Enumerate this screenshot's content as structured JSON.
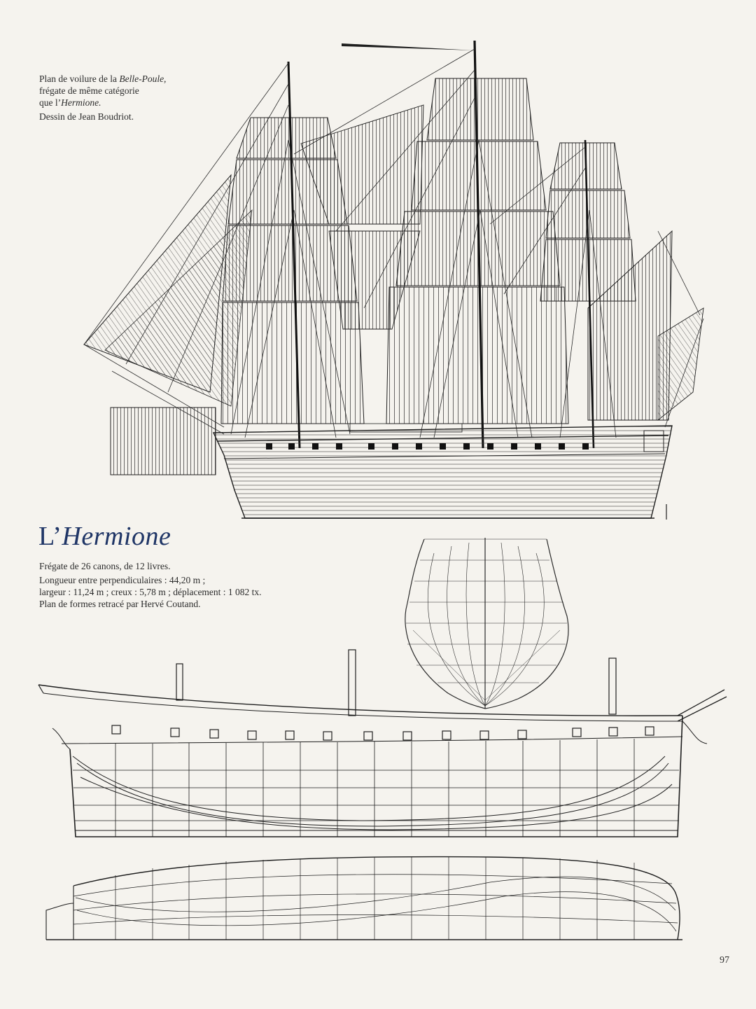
{
  "caption": {
    "line1_prefix": "Plan de voilure de la ",
    "line1_italic": "Belle-Poule,",
    "line2": "frégate de même catégorie",
    "line3_prefix": "que l’",
    "line3_italic": "Hermione.",
    "line4": "Dessin de Jean Boudriot."
  },
  "title": {
    "prefix": "L’",
    "italic": "Hermione"
  },
  "specs": {
    "line1": "Frégate de 26 canons, de 12 livres.",
    "line2": "Longueur entre perpendiculaires : 44,20 m ;",
    "line3": "largeur : 11,24 m ; creux : 5,78 m ; déplacement : 1 082 tx.",
    "line4": "Plan de formes retracé par Hervé Coutand."
  },
  "page_number": "97",
  "colors": {
    "background": "#f5f3ee",
    "title": "#1f3566",
    "ink": "#1e1e1e"
  }
}
